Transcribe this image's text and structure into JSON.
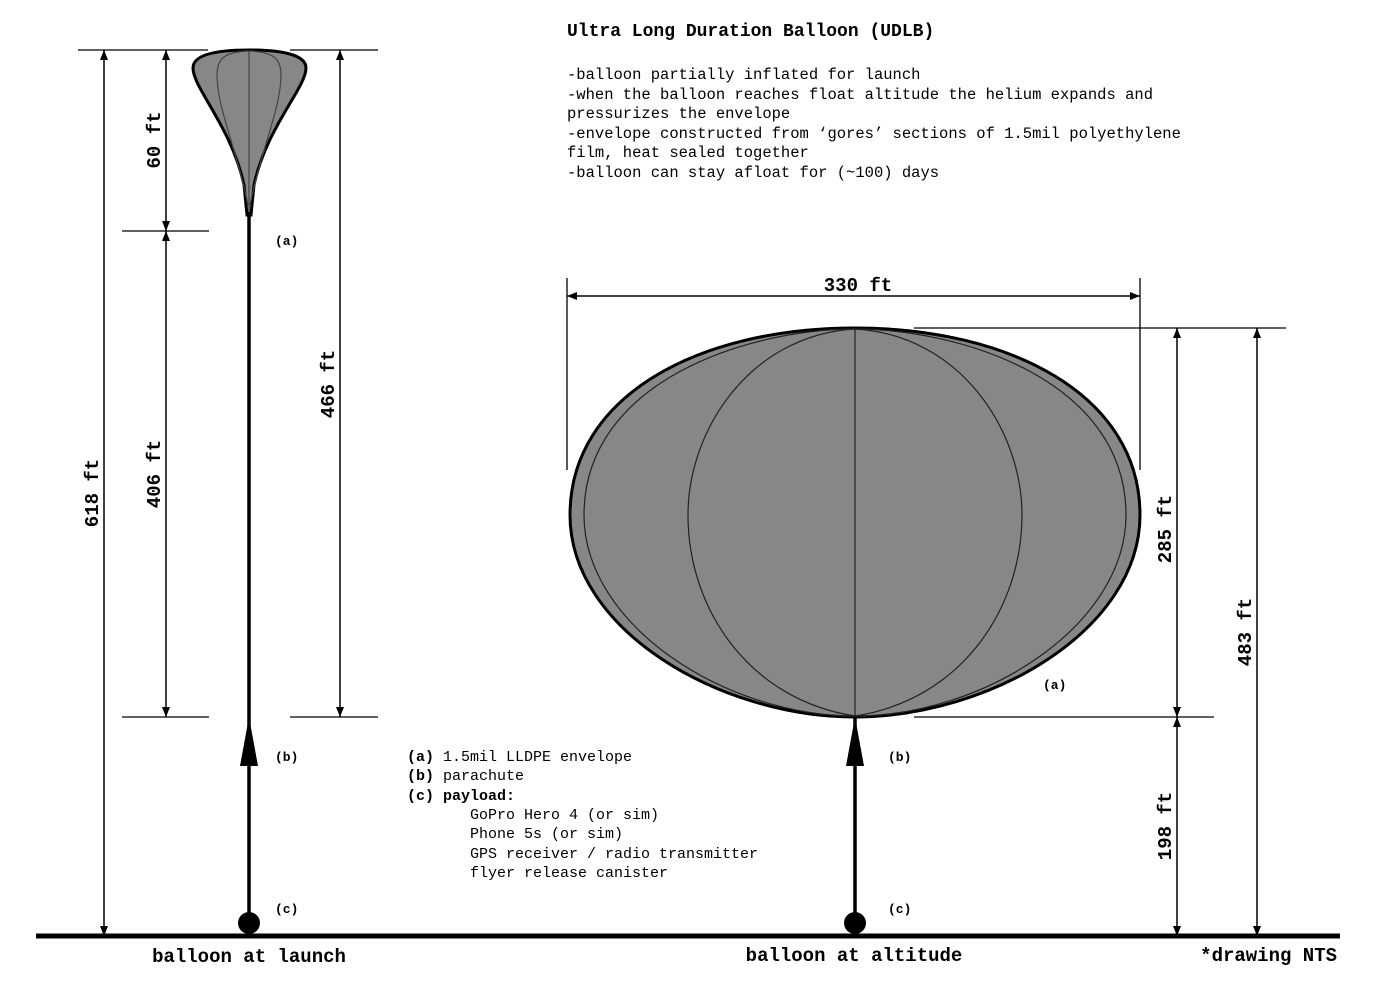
{
  "title": "Ultra Long Duration Balloon (UDLB)",
  "notes": [
    "-balloon partially inflated for launch",
    "-when the balloon reaches float altitude the helium expands and",
    "pressurizes the envelope",
    "-envelope constructed from ‘gores’ sections of 1.5mil polyethylene",
    "film, heat sealed together",
    "-balloon can stay afloat for (~100) days"
  ],
  "launch": {
    "caption": "balloon at launch",
    "dims": {
      "total": "618 ft",
      "envelope": "60 ft",
      "below_envelope": "406 ft",
      "right_span": "466 ft"
    },
    "labels": {
      "a": "(a)",
      "b": "(b)",
      "c": "(c)"
    }
  },
  "altitude": {
    "caption": "balloon at altitude",
    "dims": {
      "width": "330 ft",
      "envelope_height": "285 ft",
      "below_envelope": "198 ft",
      "total": "483 ft"
    },
    "labels": {
      "a": "(a)",
      "b": "(b)",
      "c": "(c)"
    }
  },
  "legend": {
    "a_key": "(a)",
    "a_text": "1.5mil LLDPE envelope",
    "b_key": "(b)",
    "b_text": "parachute",
    "c_key": "(c)",
    "c_text": "payload:",
    "payload_items": [
      "GoPro Hero 4 (or sim)",
      "Phone 5s (or sim)",
      "GPS receiver / radio transmitter",
      "flyer release canister"
    ]
  },
  "footnote": "*drawing NTS",
  "colors": {
    "envelope_fill": "#878787",
    "line": "#000000",
    "background": "#ffffff"
  }
}
